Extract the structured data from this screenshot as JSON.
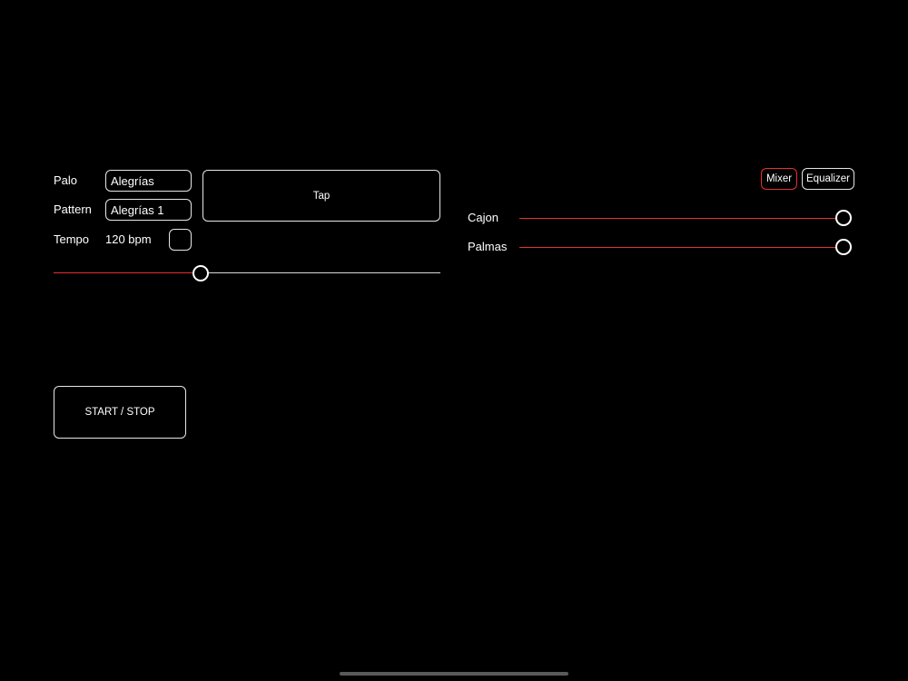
{
  "colors": {
    "background": "#000000",
    "accent": "#e5322d",
    "foreground": "#ffffff",
    "border": "#e6e6e6",
    "track_inactive": "#d8d8d8"
  },
  "controls": {
    "palo_label": "Palo",
    "palo_value": "Alegrías",
    "pattern_label": "Pattern",
    "pattern_value": "Alegrías 1",
    "tempo_label": "Tempo",
    "tempo_value": "120 bpm",
    "tap_label": "Tap",
    "start_stop_label": "START / STOP",
    "tempo_slider_level": 0.38
  },
  "mixer": {
    "tabs": [
      {
        "label": "Mixer",
        "selected": true
      },
      {
        "label": "Equalizer",
        "selected": false
      }
    ],
    "channels": [
      {
        "label": "Cajon",
        "level": 1.0
      },
      {
        "label": "Palmas",
        "level": 1.0
      }
    ]
  }
}
